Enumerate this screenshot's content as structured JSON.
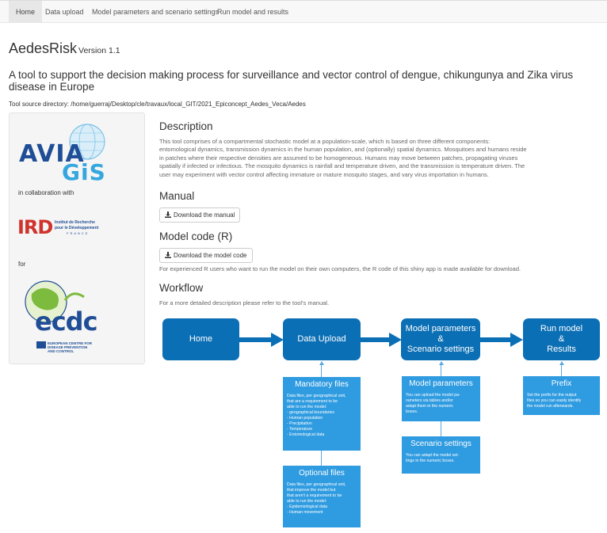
{
  "nav": {
    "tabs": [
      {
        "label": "Home"
      },
      {
        "label": "Data upload"
      },
      {
        "label": "Model parameters and scenario settings"
      },
      {
        "label": "Run model and results"
      }
    ]
  },
  "header": {
    "title": "AedesRisk",
    "version": "Version 1.1",
    "tagline": "A tool to support the decision making process for surveillance and vector control of dengue, chikungunya and Zika virus disease in Europe",
    "source_dir": "Tool source directory: /home/guerraj/Desktop/cle/travaux/local_GIT/2021_Epiconcept_Aedes_Veca/Aedes"
  },
  "sidebar": {
    "collab_text": "in collaboration with",
    "for_text": "for",
    "avia_logo": {
      "line1": "AVIA",
      "line2": "GiS"
    },
    "ird_logo": {
      "mark": "IRD",
      "line1": "Institut de Recherche",
      "line2": "pour le Développement",
      "line3": "FRANCE"
    },
    "ecdc_logo": {
      "mark": "ecdc",
      "line1": "EUROPEAN CENTRE FOR",
      "line2": "DISEASE PREVENTION",
      "line3": "AND CONTROL"
    }
  },
  "description": {
    "heading": "Description",
    "lines": [
      "This tool comprises of a compartmental stochastic model at a population-scale, which is based on three different components:",
      "entomological dynamics, transmission dynamics in the human population, and (optionally) spatial dynamics. Mosquitoes and humans reside",
      "in patches where their respective densities are assumed to be homogeneous. Humans may move between patches, propagating viruses",
      "spatially if infected or infectious. The mosquito dynamics is rainfall and temperature driven, and the transmission is temperature driven. The",
      "user may experiment with vector control affecting immature or mature mosquito stages, and vary virus importation in humans."
    ]
  },
  "manual": {
    "heading": "Manual",
    "button_label": "Download the manual"
  },
  "model_code": {
    "heading": "Model code (R)",
    "button_label": "Download the model code",
    "note": "For experienced R users who want to run the model on their own computers, the R code of this shiny app is made available for download."
  },
  "workflow": {
    "heading": "Workflow",
    "note": "For a more detailed description please refer to the tool's manual.",
    "steps": [
      {
        "label": "Home"
      },
      {
        "label": "Data Upload"
      },
      {
        "label_lines": [
          "Model parameters",
          "&",
          "Scenario settings"
        ]
      },
      {
        "label_lines": [
          "Run model",
          "&",
          "Results"
        ]
      }
    ],
    "cards": {
      "mandatory": {
        "title": "Mandatory files",
        "lines": [
          "Data files, per geographical unit,",
          "that are a requirement to be",
          "able to run the model:",
          "- geographical boundaries",
          "- Human population",
          "- Precipitation",
          "- Temperature",
          "- Entomological data"
        ]
      },
      "optional": {
        "title": "Optional files",
        "lines": [
          "Data files, per geographical unit,",
          "that improve the model but",
          "that aren't a requirement to be",
          "able to run the model:",
          "- Epidemiological data",
          "- Human movement"
        ]
      },
      "model_params": {
        "title": "Model parameters",
        "lines": [
          "You can upload the model pa-",
          "rameters via tables and/or",
          "adapt them in the numeric",
          "boxes."
        ]
      },
      "scenario": {
        "title": "Scenario settings",
        "lines": [
          "You can adapt the model set-",
          "tings in the numeric boxes."
        ]
      },
      "prefix": {
        "title": "Prefix",
        "lines": [
          "Set the prefix for the output",
          "files so you can easily identify",
          "the model run afterwards."
        ]
      }
    }
  },
  "colors": {
    "step_blue": "#0b6fb5",
    "card_blue": "#2f9be0",
    "arrow_blue": "#0b6fb5"
  }
}
